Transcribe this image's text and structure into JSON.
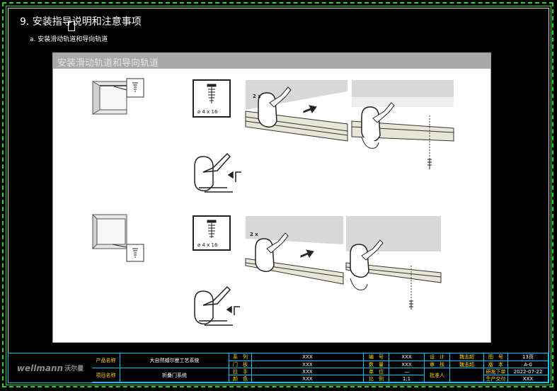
{
  "section": {
    "title": "9. 安装指导说明和注意事项",
    "subtitle": "a. 安装滑动轨道和导向轨道"
  },
  "panel": {
    "header": "安装滑动轨道和导向轨道",
    "step1": {
      "screw_label": "ø 4 x 16",
      "count_label": "2 x"
    },
    "step2": {
      "screw_label": "ø 4 x 16",
      "count_label": "2 x"
    }
  },
  "title_block": {
    "logo_text": "wellmann",
    "logo_cn": "沃尔曼",
    "product_name_label": "产品名称",
    "product_name_value": "大自然威尔曼工艺系统",
    "project_name_label": "项目名称",
    "project_name_value": "折叠门系统",
    "rows_a": [
      {
        "label": "系　列",
        "value": "XXX"
      },
      {
        "label": "门　板",
        "value": "XXX"
      },
      {
        "label": "拉　手",
        "value": "XXX"
      },
      {
        "label": "颜　色",
        "value": "XXX"
      }
    ],
    "rows_b": [
      {
        "label": "编　号",
        "value": "XXX"
      },
      {
        "label": "数　量",
        "value": "XXX"
      },
      {
        "label": "单　位",
        "value": "—"
      },
      {
        "label": "比　例",
        "value": "1:1"
      }
    ],
    "rows_c": [
      {
        "label": "设　计",
        "value": "魏志超"
      },
      {
        "label": "审　核",
        "value": "魏志超"
      },
      {
        "label": "批准人",
        "value": ""
      }
    ],
    "rows_d": [
      {
        "label": "图　号",
        "value": "13页"
      },
      {
        "label": "版　本",
        "value": "A-0"
      },
      {
        "label": "研发下单",
        "value": "2022-07-22"
      },
      {
        "label": "生产交付",
        "value": "XXX"
      }
    ]
  }
}
